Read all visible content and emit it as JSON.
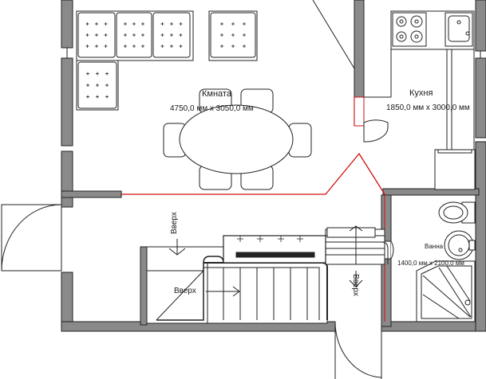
{
  "rooms": {
    "living": {
      "name": "Кмната",
      "size": "4750,0 мм x 3050,0 мм"
    },
    "kitchen": {
      "name": "Кухня",
      "size": "1850,0 мм x 3000,0 мм"
    },
    "bathroom": {
      "name": "Ванна",
      "size": "1400,0 мм x 2100,0 мм"
    }
  },
  "stairs": {
    "up_label_1": "Вверх",
    "up_label_2": "Вверх",
    "up_label_3": "Вверх"
  },
  "colors": {
    "wall": "#7a7a7a",
    "wall_outline": "#222222",
    "partition": "#d01010",
    "furniture_fill": "#ffffff",
    "cushion_fill": "#ffffff",
    "stroke": "#222222"
  }
}
